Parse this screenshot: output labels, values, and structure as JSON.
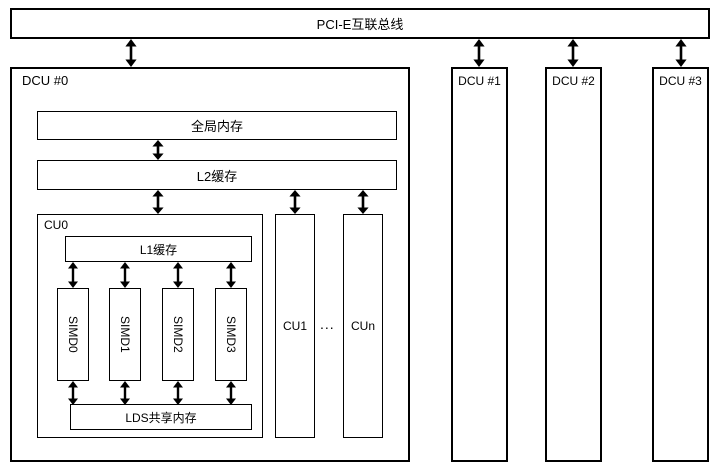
{
  "diagram": {
    "title_bus": "PCI-E互联总线",
    "dcus": [
      {
        "label": "DCU #0"
      },
      {
        "label": "DCU #1"
      },
      {
        "label": "DCU #2"
      },
      {
        "label": "DCU #3"
      }
    ],
    "dcu0": {
      "global_memory": "全局内存",
      "l2_cache": "L2缓存",
      "cu0": {
        "label": "CU0",
        "l1_cache": "L1缓存",
        "simds": [
          "SIMD0",
          "SIMD1",
          "SIMD2",
          "SIMD3"
        ],
        "lds": "LDS共享内存"
      },
      "other_cus": {
        "first": "CU1",
        "ellipsis": "...",
        "last": "CUn"
      }
    }
  },
  "colors": {
    "stroke": "#000000",
    "fill": "#ffffff",
    "text": "#000000"
  }
}
